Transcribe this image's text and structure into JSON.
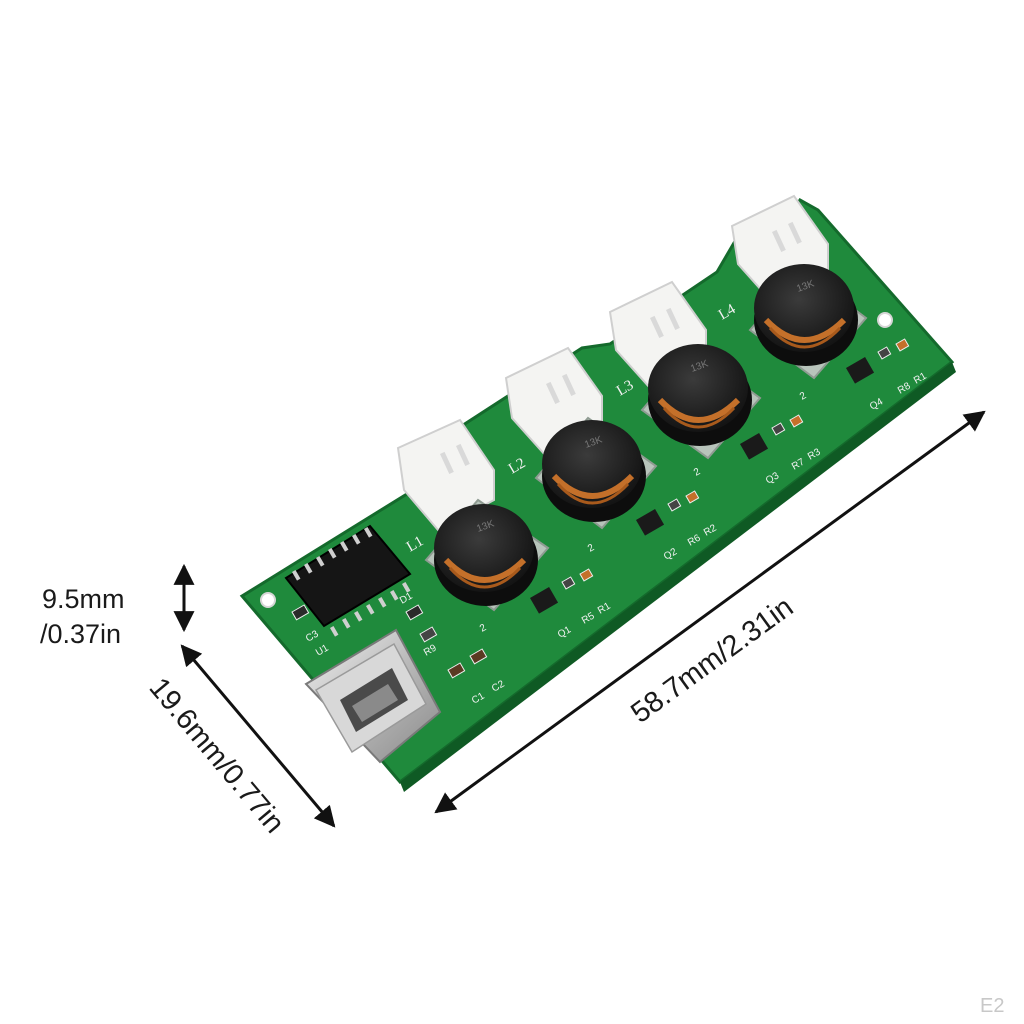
{
  "dimensions": {
    "height_label_line1": "9.5mm",
    "height_label_line2": "/0.37in",
    "width_label": "19.6mm/0.77in",
    "length_label": "58.7mm/2.31in"
  },
  "silkscreen": {
    "inductors": [
      "L1",
      "L2",
      "L3",
      "L4"
    ],
    "coil_marks": [
      "13K",
      "13K",
      "13K",
      "13K"
    ],
    "pin_marks": [
      "2",
      "2",
      "2",
      "2"
    ],
    "channel_1": [
      "Q1",
      "R5",
      "R1"
    ],
    "channel_2": [
      "Q2",
      "R6",
      "R2"
    ],
    "channel_3": [
      "Q3",
      "R7",
      "R3"
    ],
    "channel_4": [
      "Q4",
      "R8",
      "R1"
    ],
    "left_section": [
      "C3",
      "U1",
      "D1",
      "R9",
      "C1",
      "C2"
    ]
  },
  "watermark": "E2",
  "colors": {
    "pcb_green": "#1f8a3c",
    "pcb_dark": "#16702f",
    "copper": "#c4702a",
    "connector": "#f4f4f2"
  }
}
